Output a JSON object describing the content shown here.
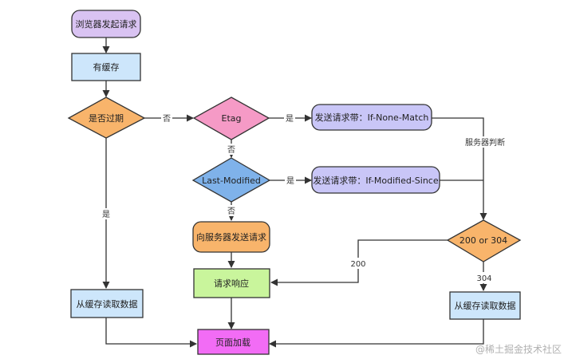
{
  "nodes": {
    "browser_request": "浏览器发起请求",
    "has_cache": "有缓存",
    "is_expired": "是否过期",
    "etag": "Etag",
    "if_none_match": "发送请求带：If-None-Match",
    "last_modified": "Last-Modified",
    "if_modified_since": "发送请求带：If-Modified-Since",
    "send_to_server": "向服务器发送请求",
    "request_response": "请求响应",
    "read_cache_left": "从缓存读取数据",
    "status_200_304": "200 or 304",
    "read_cache_right": "从缓存读取数据",
    "page_load": "页面加载"
  },
  "edge_labels": {
    "no_1": "否",
    "yes_1": "是",
    "no_2": "否",
    "yes_2": "是",
    "no_3": "否",
    "yes_left": "是",
    "server_judge": "服务器判断",
    "code_200": "200",
    "code_304": "304"
  },
  "watermark": "@稀土掘金技术社区",
  "colors": {
    "purple_fill": "#d9c3f2",
    "blue_fill": "#cde6fb",
    "orange_fill": "#f8b46b",
    "pink_fill": "#f59ac6",
    "lavender_fill": "#c9c6f7",
    "green_fill": "#c9f59c",
    "magenta_fill": "#f26cf5",
    "diamond_blue": "#7fb2ea"
  }
}
